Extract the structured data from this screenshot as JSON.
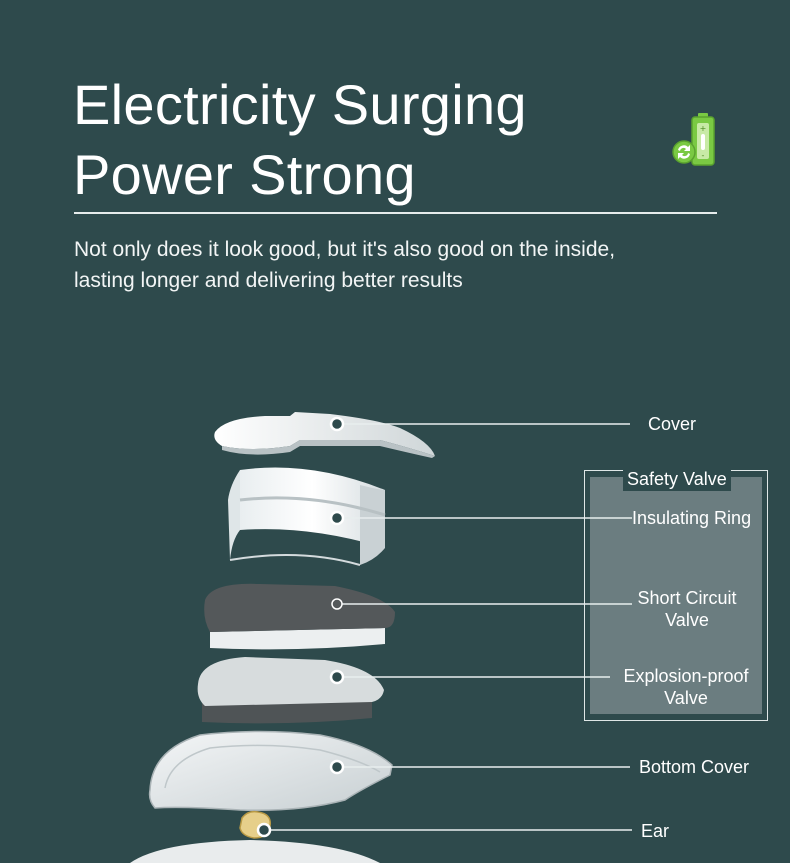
{
  "header": {
    "title_line1": "Electricity Surging",
    "title_line2": "Power Strong",
    "subtitle_line1": "Not only does it look good, but it's also good on the inside,",
    "subtitle_line2": "lasting longer and delivering better results"
  },
  "icons": {
    "battery": "battery-recycle-icon"
  },
  "colors": {
    "background": "#2e4a4c",
    "accent_green": "#7ac943",
    "safety_panel": "#6b7d80"
  },
  "labels": {
    "cover": "Cover",
    "safety_valve": "Safety Valve",
    "insulating_ring": "Insulating Ring",
    "short_circuit_line1": "Short Circuit",
    "short_circuit_line2": "Valve",
    "explosion_line1": "Explosion-proof",
    "explosion_line2": "Valve",
    "bottom_cover": "Bottom Cover",
    "ear": "Ear"
  }
}
